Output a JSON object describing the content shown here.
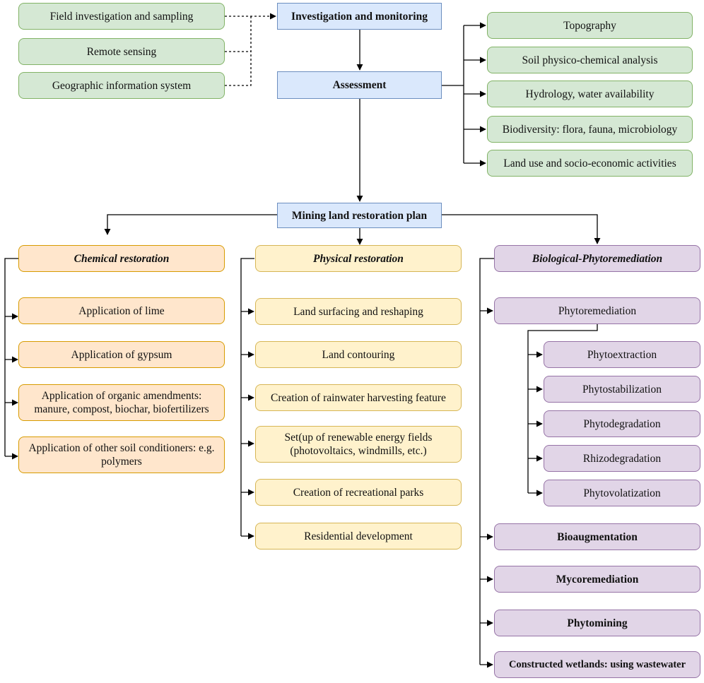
{
  "colors": {
    "green_fill": "#d5e8d4",
    "green_border": "#82b366",
    "blue_fill": "#dae8fc",
    "blue_border": "#6c8ebf",
    "orange_fill": "#ffe6cc",
    "orange_border": "#d79b00",
    "yellow_fill": "#fff2cc",
    "yellow_border": "#d6b656",
    "purple_fill": "#e1d5e7",
    "purple_border": "#9673a6",
    "connector": "#000000"
  },
  "inputs": [
    "Field investigation and sampling",
    "Remote sensing",
    "Geographic information system"
  ],
  "investigation": "Investigation and monitoring",
  "assessment": "Assessment",
  "assessment_items": [
    "Topography",
    "Soil physico-chemical analysis",
    "Hydrology, water availability",
    "Biodiversity: flora, fauna, microbiology",
    "Land use and socio-economic activities"
  ],
  "plan": "Mining land restoration plan",
  "chemical": {
    "title": "Chemical restoration",
    "items": [
      "Application of lime",
      "Application of gypsum",
      "Application of organic amendments: manure, compost, biochar, biofertilizers",
      "Application of other soil conditioners: e.g. polymers"
    ]
  },
  "physical": {
    "title": "Physical restoration",
    "items": [
      "Land surfacing and reshaping",
      "Land contouring",
      "Creation of rainwater harvesting feature",
      "Set(up of renewable energy fields (photovoltaics, windmills, etc.)",
      "Creation of recreational parks",
      "Residential development"
    ]
  },
  "biological": {
    "title": "Biological-Phytoremediation",
    "phyto": "Phytoremediation",
    "phyto_subs": [
      "Phytoextraction",
      "Phytostabilization",
      "Phytodegradation",
      "Rhizodegradation",
      "Phytovolatization"
    ],
    "others": [
      "Bioaugmentation",
      "Mycoremediation",
      "Phytomining",
      "Constructed wetlands: using wastewater"
    ]
  }
}
